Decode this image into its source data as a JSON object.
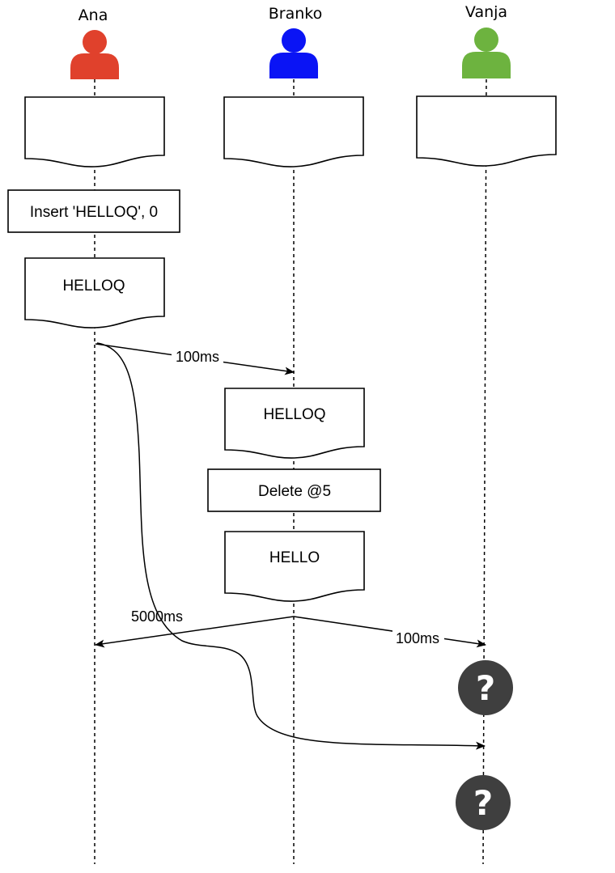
{
  "actors": [
    {
      "name": "Ana",
      "color": "#E0412C"
    },
    {
      "name": "Branko",
      "color": "#0A14F5"
    },
    {
      "name": "Vanja",
      "color": "#6DB33F"
    }
  ],
  "documents": {
    "ana_doc_initial": "",
    "branko_doc_initial": "",
    "vanja_doc_initial": "",
    "ana_doc_after_insert": "HELLOQ",
    "branko_doc_received": "HELLOQ",
    "branko_doc_after_delete": "HELLO"
  },
  "operations": {
    "ana_insert": "Insert 'HELLOQ', 0",
    "branko_delete": "Delete @5"
  },
  "messages": {
    "ana_to_branko": "100ms",
    "branko_to_ana": "5000ms",
    "branko_to_vanja": "100ms"
  },
  "unknown_state": {
    "symbol": "?",
    "color": "#3F3F3F"
  }
}
